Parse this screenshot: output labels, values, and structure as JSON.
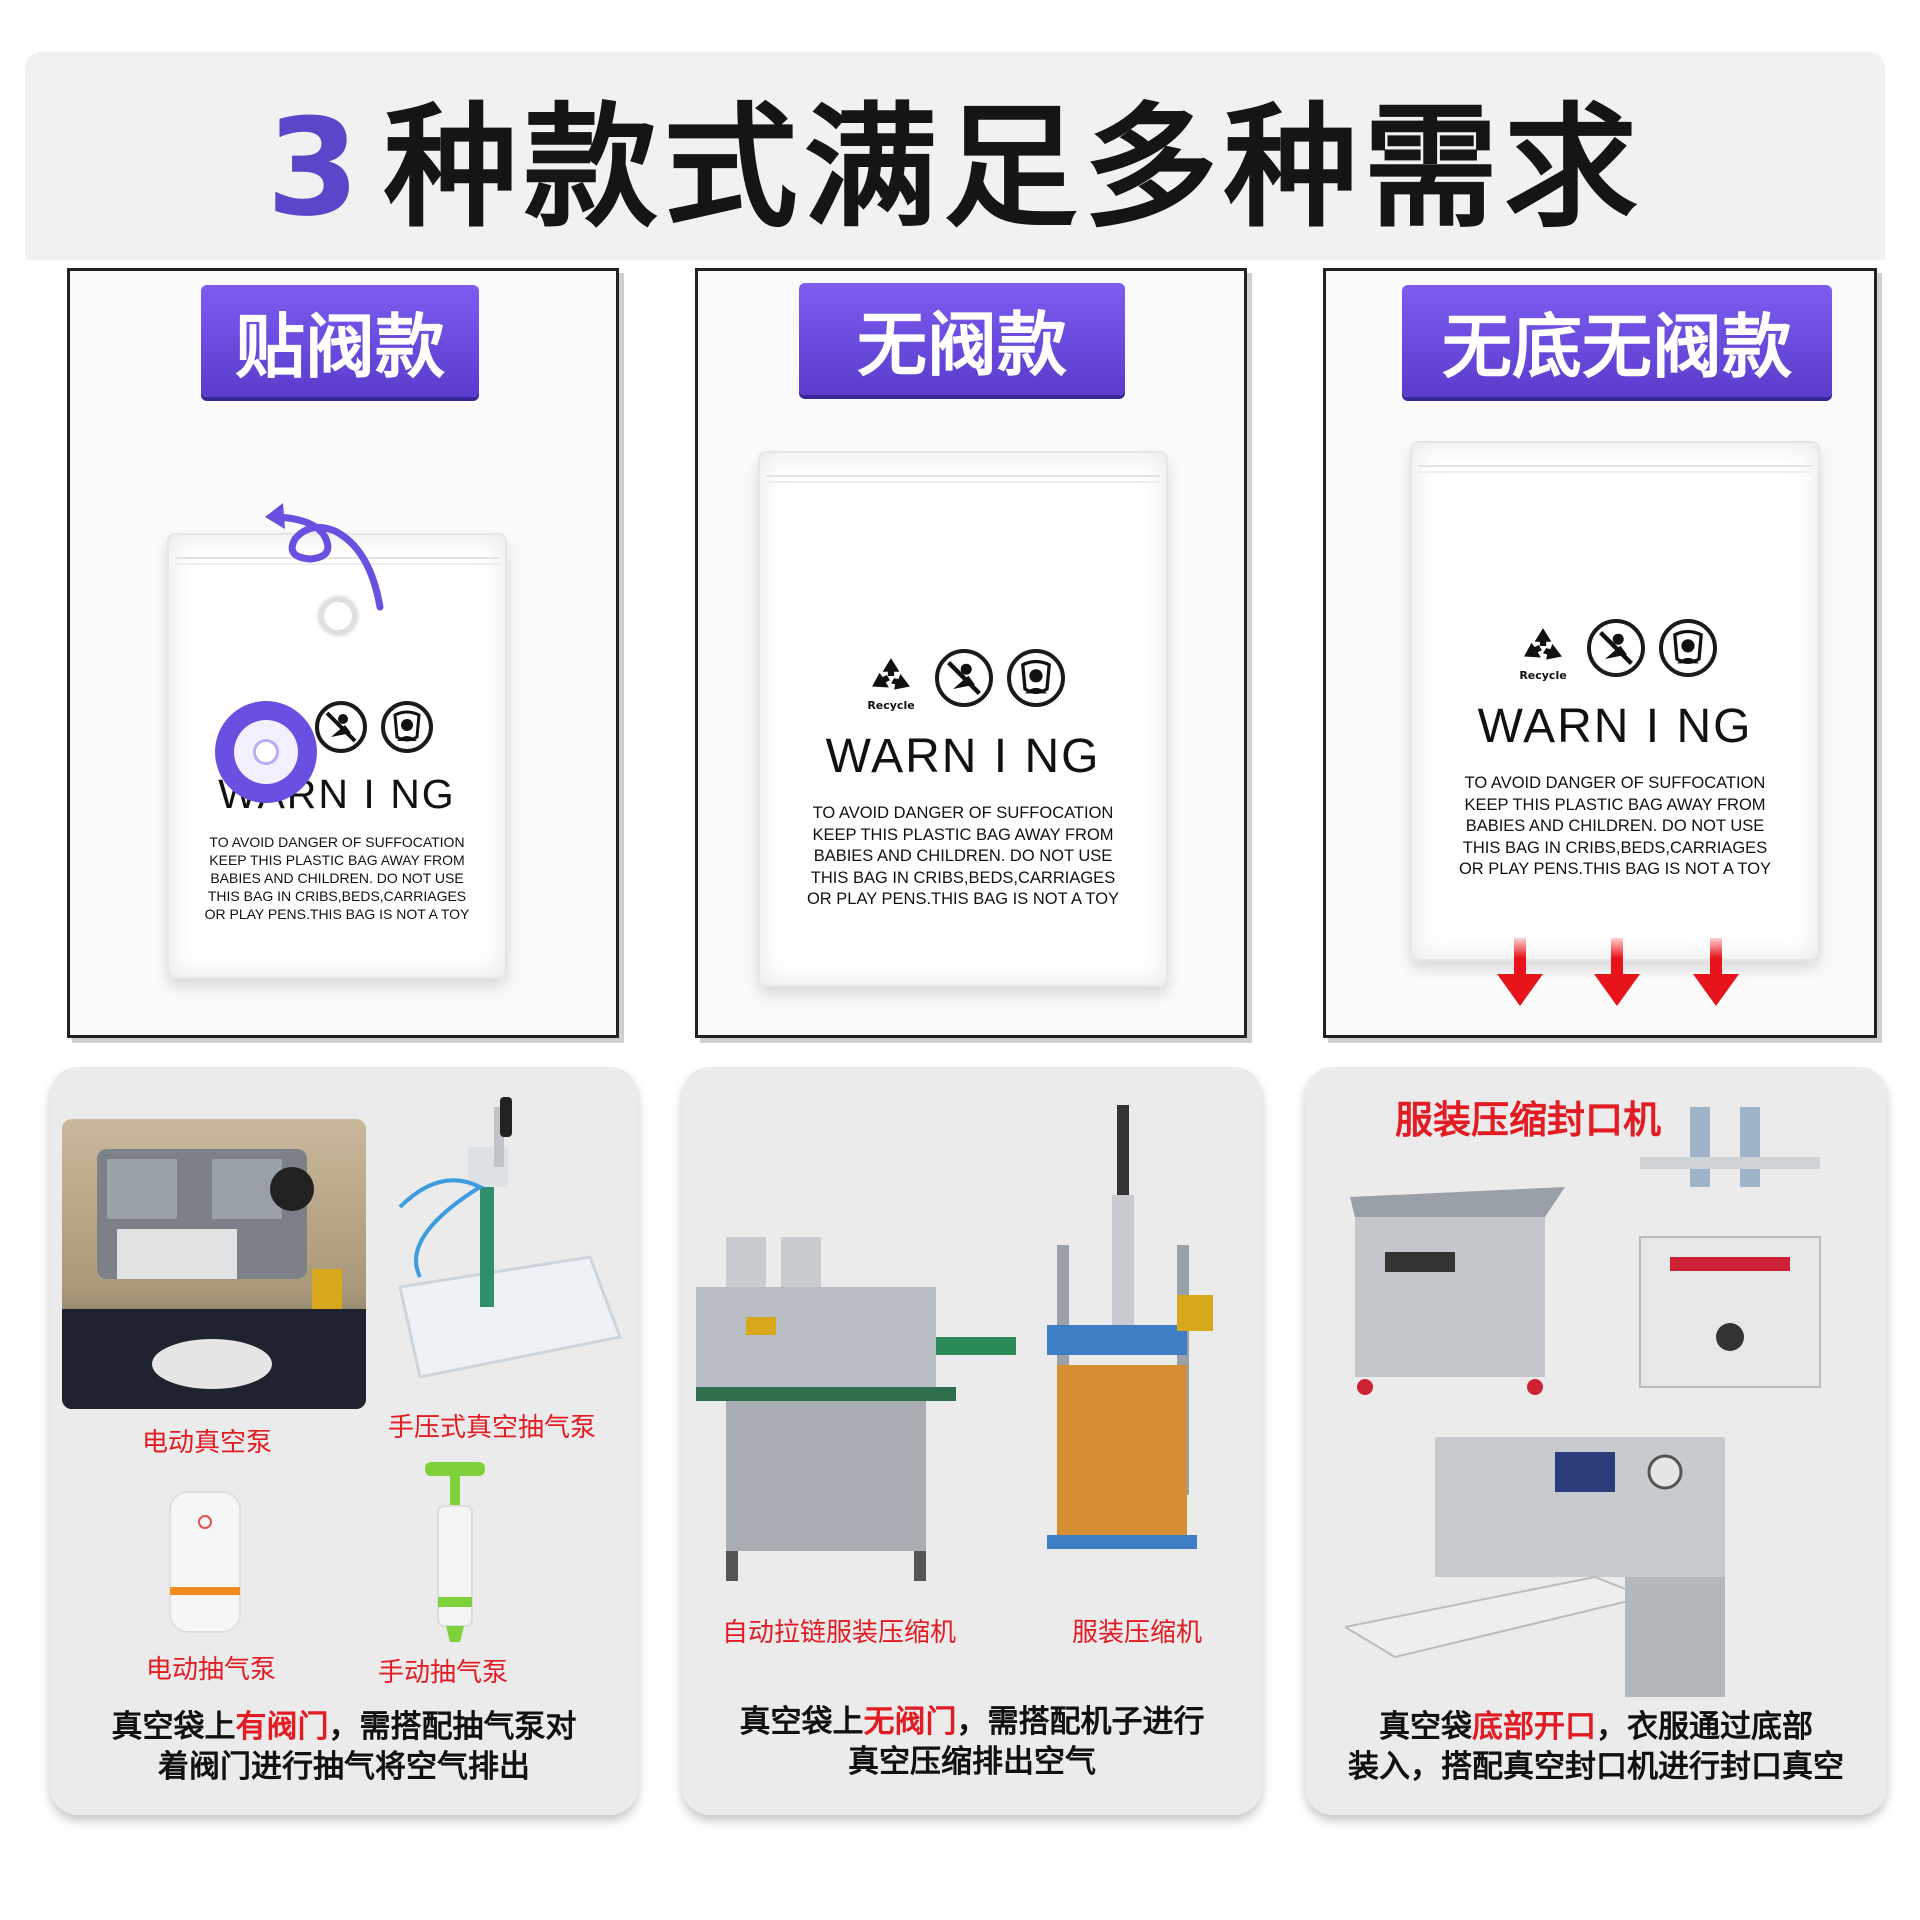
{
  "header": {
    "title_num": "3",
    "title_text": "种款式满足多种需求"
  },
  "cards": [
    {
      "tab": "贴阀款"
    },
    {
      "tab": "无阀款"
    },
    {
      "tab": "无底无阀款"
    }
  ],
  "bag_label": {
    "recycle": "Recycle",
    "warning_title": "WARN I NG",
    "warning_text": "TO AVOID DANGER OF SUFFOCATION\nKEEP THIS PLASTIC BAG AWAY FROM\nBABIES AND CHILDREN. DO NOT USE\nTHIS BAG IN  CRIBS,BEDS,CARRIAGES\nOR PLAY PENS.THIS BAG IS NOT A TOY"
  },
  "panels": {
    "p1": {
      "captions": [
        "电动真空泵",
        "手压式真空抽气泵",
        "电动抽气泵",
        "手动抽气泵"
      ],
      "desc_line1_a": "真空袋上",
      "desc_line1_red": "有阀门",
      "desc_line1_b": "，需搭配抽气泵对",
      "desc_line2": "着阀门进行抽气将空气排出"
    },
    "p2": {
      "captions": [
        "自动拉链服装压缩机",
        "服装压缩机"
      ],
      "desc_line1_a": "真空袋上",
      "desc_line1_red": "无阀门",
      "desc_line1_b": "，需搭配机子进行",
      "desc_line2": "真空压缩排出空气"
    },
    "p3": {
      "title": "服装压缩封口机",
      "desc_line1_a": "真空袋",
      "desc_line1_red": "底部开口",
      "desc_line1_b": "，衣服通过底部",
      "desc_line2": "装入，搭配真空封口机进行封口真空"
    }
  },
  "colors": {
    "accent_purple": "#5b45c8",
    "caption_red": "#e31b23",
    "arrow_red": "#e8141b"
  },
  "icons": [
    "recycle-icon",
    "no-baby-icon",
    "suffocation-warning-icon",
    "valve-icon",
    "curved-arrow-icon",
    "down-arrow-icon"
  ]
}
